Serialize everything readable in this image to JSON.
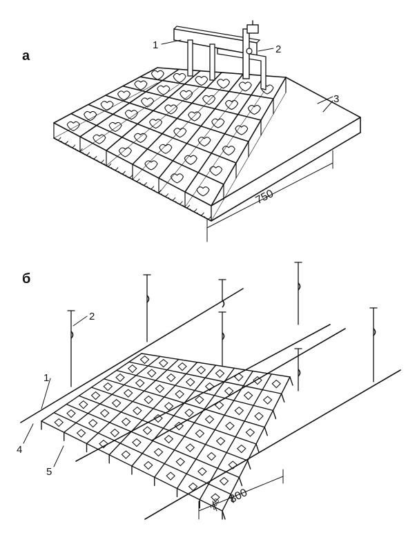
{
  "panels": [
    {
      "id": "a",
      "label": "а",
      "callouts": [
        "1",
        "2",
        "3"
      ],
      "dimension": "750"
    },
    {
      "id": "b",
      "label": "б",
      "callouts": [
        "1",
        "2",
        "4",
        "5"
      ],
      "dimension": "800",
      "dimension_small": "200"
    }
  ]
}
